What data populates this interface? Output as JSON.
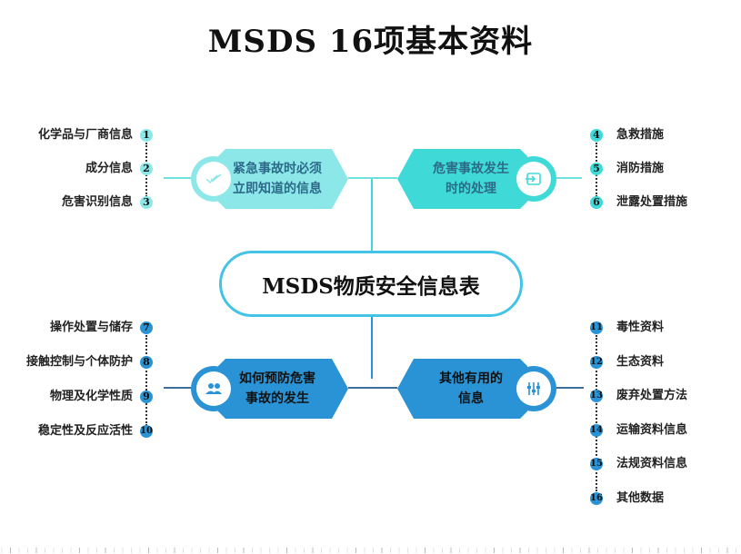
{
  "title": "MSDS  16项基本资料",
  "hub": {
    "label": "MSDS物质安全信息表",
    "color": "#43c3e6"
  },
  "branches": {
    "top_left": {
      "label_line1": "紧急事故时必须",
      "label_line2": "立即知道的信息",
      "icon": "double-check-icon",
      "fill": "#8ce8e8",
      "text_color": "#2d6a8a",
      "items": [
        {
          "num": "1",
          "label": "化学品与厂商信息"
        },
        {
          "num": "2",
          "label": "成分信息"
        },
        {
          "num": "3",
          "label": "危害识别信息"
        }
      ]
    },
    "top_right": {
      "label_line1": "危害事故发生",
      "label_line2": "时的处理",
      "icon": "input-arrow-icon",
      "fill": "#3fdad8",
      "text_color": "#2d6a8a",
      "items": [
        {
          "num": "4",
          "label": "急救措施"
        },
        {
          "num": "5",
          "label": "消防措施"
        },
        {
          "num": "6",
          "label": "泄露处置措施"
        }
      ]
    },
    "bottom_left": {
      "label_line1": "如何预防危害",
      "label_line2": "事故的发生",
      "icon": "people-icon",
      "fill": "#2a93d5",
      "text_color": "#111111",
      "items": [
        {
          "num": "7",
          "label": "操作处置与储存"
        },
        {
          "num": "8",
          "label": "接触控制与个体防护"
        },
        {
          "num": "9",
          "label": "物理及化学性质"
        },
        {
          "num": "10",
          "label": "稳定性及反应活性"
        }
      ]
    },
    "bottom_right": {
      "label_line1": "其他有用的",
      "label_line2": "信息",
      "icon": "sliders-icon",
      "fill": "#2a93d5",
      "text_color": "#111111",
      "items": [
        {
          "num": "11",
          "label": "毒性资料"
        },
        {
          "num": "12",
          "label": "生态资料"
        },
        {
          "num": "13",
          "label": "废弃处置方法"
        },
        {
          "num": "14",
          "label": "运输资料信息"
        },
        {
          "num": "15",
          "label": "法规资料信息"
        },
        {
          "num": "16",
          "label": "其他数据"
        }
      ]
    }
  }
}
